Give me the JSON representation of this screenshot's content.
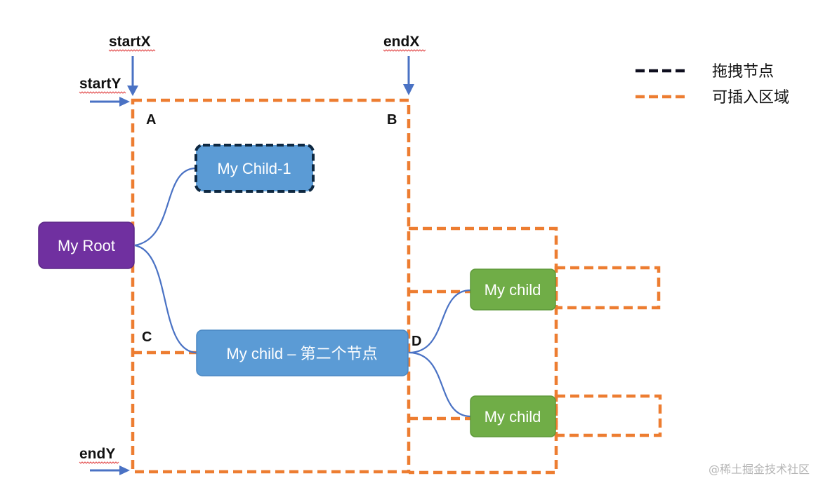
{
  "axis_labels": {
    "start_x": "startX",
    "end_x": "endX",
    "start_y": "startY",
    "end_y": "endY"
  },
  "corner_labels": {
    "a": "A",
    "b": "B",
    "c": "C",
    "d": "D"
  },
  "nodes": {
    "root": "My Root",
    "child_1": "My Child-1",
    "child_2": "My child – 第二个节点",
    "grandchild_top": "My child",
    "grandchild_bottom": "My child"
  },
  "legend": {
    "drag_node": "拖拽节点",
    "insert_area": "可插入区域"
  },
  "watermark": "@稀土掘金技术社区",
  "colors": {
    "root_fill": "#7030a0",
    "child_fill": "#5b9bd5",
    "grandchild_fill": "#70ad47",
    "connector": "#4a72c4",
    "insert_zone": "#ed7d31",
    "drag_border": "#0e2841",
    "axis_arrow": "#4a72c4"
  }
}
